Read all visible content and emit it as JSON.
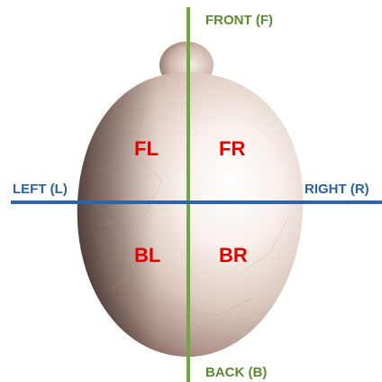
{
  "labels": {
    "front": "FRONT (F)",
    "back": "BACK (B)",
    "left": "LEFT (L)",
    "right": "RIGHT (R)"
  },
  "quadrants": {
    "front_left": "FL",
    "front_right": "FR",
    "back_left": "BL",
    "back_right": "BR"
  },
  "colors": {
    "vertical_axis": "#6fa840",
    "horizontal_axis": "#2e64a8",
    "front_back_text": "#5c8a33",
    "left_right_text": "#2e5f9e",
    "quadrant_text": "#e00000",
    "head_light": "#faf2ee",
    "head_mid": "#d6c0b6",
    "head_dark": "#5e4a45"
  }
}
